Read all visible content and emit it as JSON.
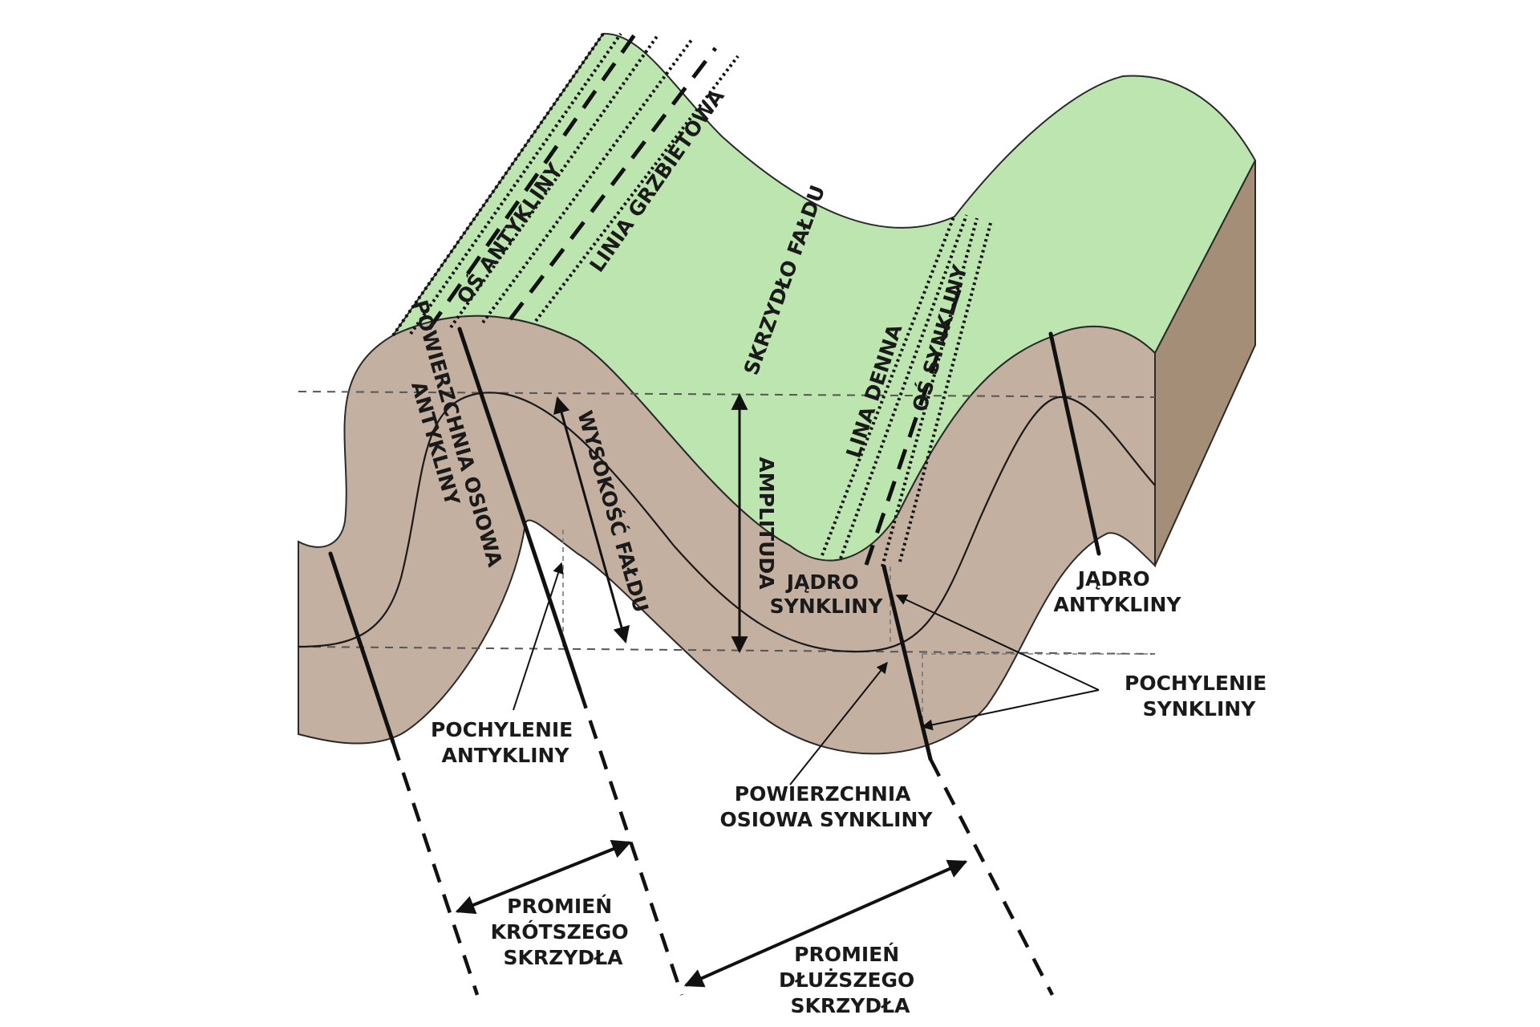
{
  "labels": {
    "os_antykliny": "OŚ ANTYKLINY",
    "linia_grzbietowa": "LINIA GRZBIETOWA",
    "skrzydlo_faldu": "SKRZYDŁO FAŁDU",
    "lina_denna": "LINA DENNA",
    "os_synkliny": "OŚ SYNKLINY",
    "powierzchnia_osiowa_antykliny": [
      "POWIERZCHNIA OSIOWA",
      "ANTYKLINY"
    ],
    "wysokosc_faldu": "WYSOKOŚĆ FAŁDU",
    "amplituda": "AMPLITUDA",
    "jadro_synkliny": [
      "JĄDRO",
      "SYNKLINY"
    ],
    "jadro_antykliny": [
      "JĄDRO",
      "ANTYKLINY"
    ],
    "pochylenie_synkliny": [
      "POCHYLENIE",
      "SYNKLINY"
    ],
    "pochylenie_antykliny": [
      "POCHYLENIE",
      "ANTYKLINY"
    ],
    "powierzchnia_osiowa_synkliny": [
      "POWIERZCHNIA",
      "OSIOWA SYNKLINY"
    ],
    "promien_krotszego": [
      "PROMIEŃ",
      "KRÓTSZEGO",
      "SKRZYDŁA"
    ],
    "promien_dluzszego": [
      "PROMIEŃ",
      "DŁUŻSZEGO",
      "SKRZYDŁA"
    ]
  },
  "colors": {
    "top_surface": "#bde5b0",
    "front_section": "#c4b0a0",
    "side_section": "#a58e78"
  }
}
